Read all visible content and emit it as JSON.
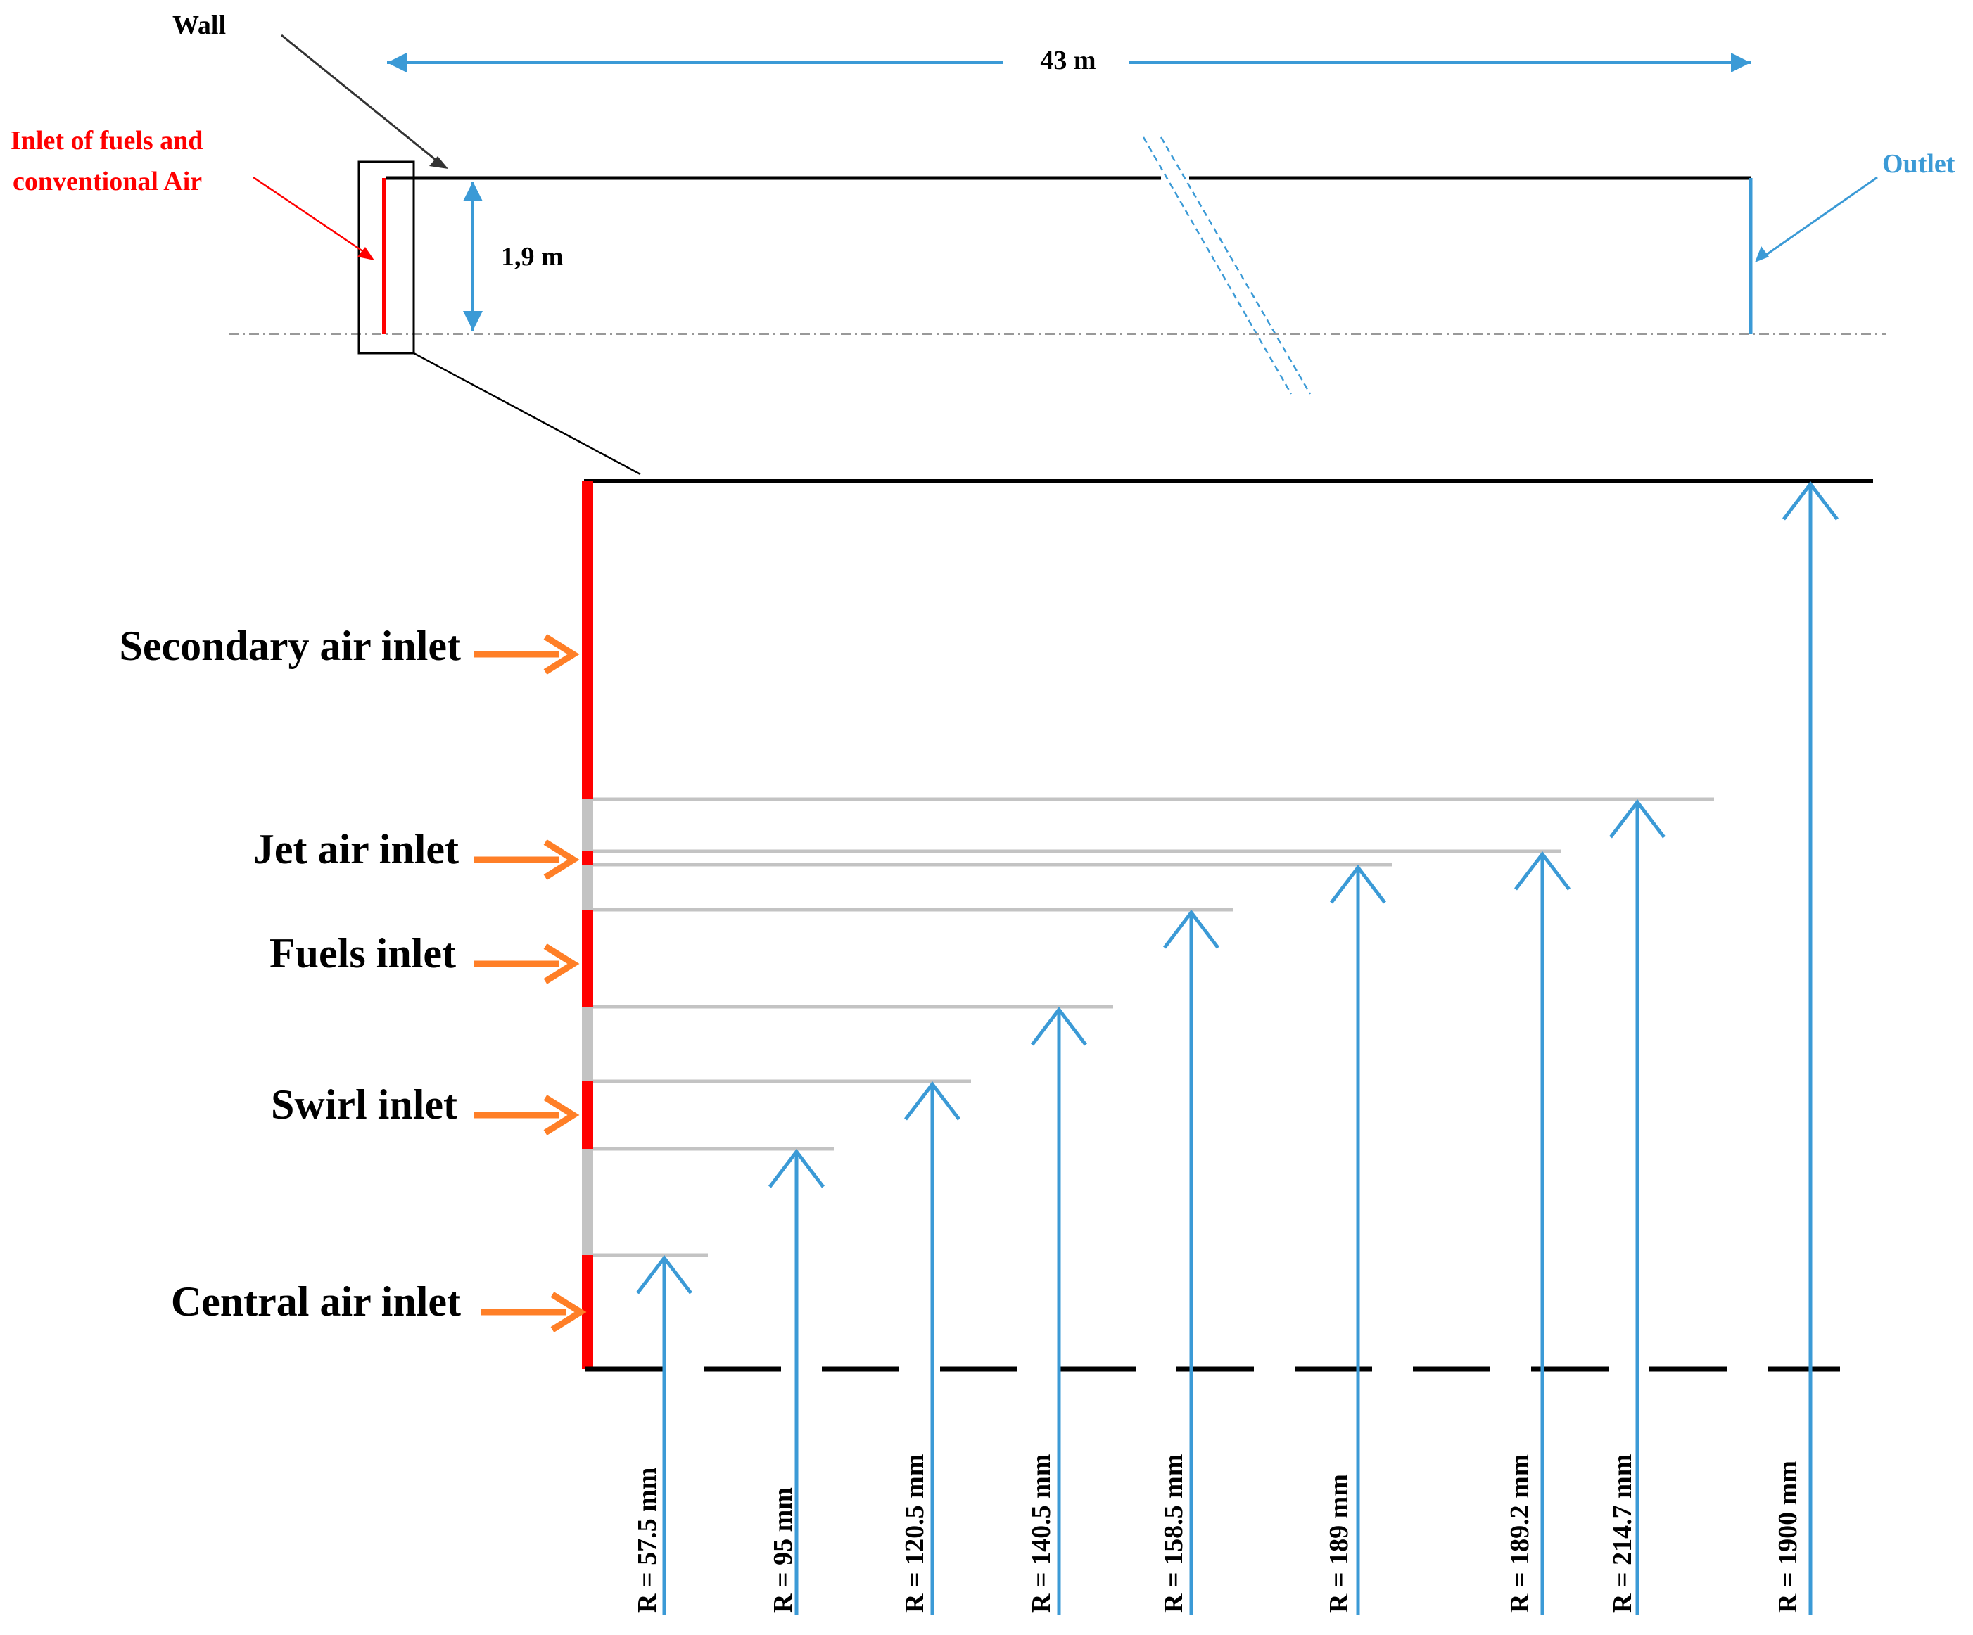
{
  "colors": {
    "black": "#000000",
    "red": "#ff0000",
    "blue": "#3b9ad6",
    "orange": "#ff7f27",
    "gray": "#c3c3c3"
  },
  "overview": {
    "wall_label": "Wall",
    "length_label": "43 m",
    "inlet_label_line1": "Inlet of fuels and",
    "inlet_label_line2": "conventional Air",
    "height_label": "1,9 m",
    "outlet_label": "Outlet"
  },
  "inlets": {
    "secondary": "Secondary air inlet",
    "jet": "Jet air inlet",
    "fuels": "Fuels inlet",
    "swirl": "Swirl inlet",
    "central": "Central air inlet"
  },
  "radii": [
    "R = 57.5 mm",
    "R = 95 mm",
    "R = 120.5 mm",
    "R = 140.5 mm",
    "R = 158.5 mm",
    "R = 189 mm",
    "R = 189.2 mm",
    "R = 214.7 mm",
    "R = 1900 mm"
  ]
}
